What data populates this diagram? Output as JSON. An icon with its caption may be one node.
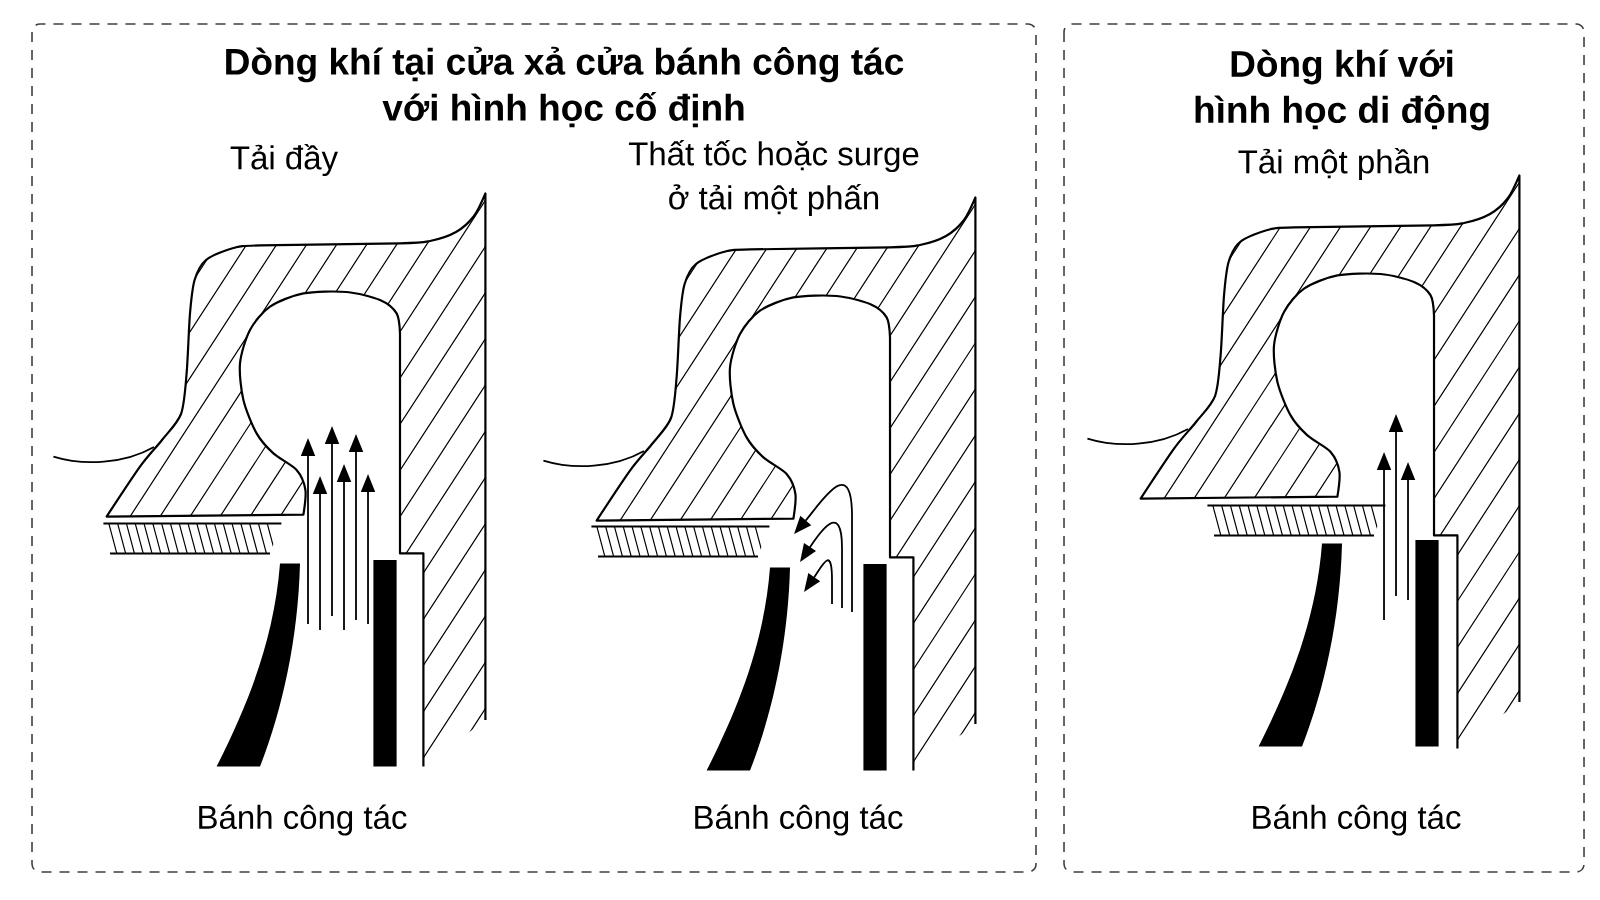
{
  "diagram": {
    "nodes": [
      {
        "text": [
          "Dòng khí tại cửa xả cửa bánh công tác với hình học cố định"
        ]
      },
      {
        "text": [
          "Dòng khí với hình học di động"
        ]
      }
    ],
    "labels": [
      "Tải đầy",
      "Thất tốc hoặc surge ở tải một phấn",
      "Tải một phần",
      "Bánh công tác",
      "Bánh công tác",
      "Bánh công tác"
    ]
  }
}
